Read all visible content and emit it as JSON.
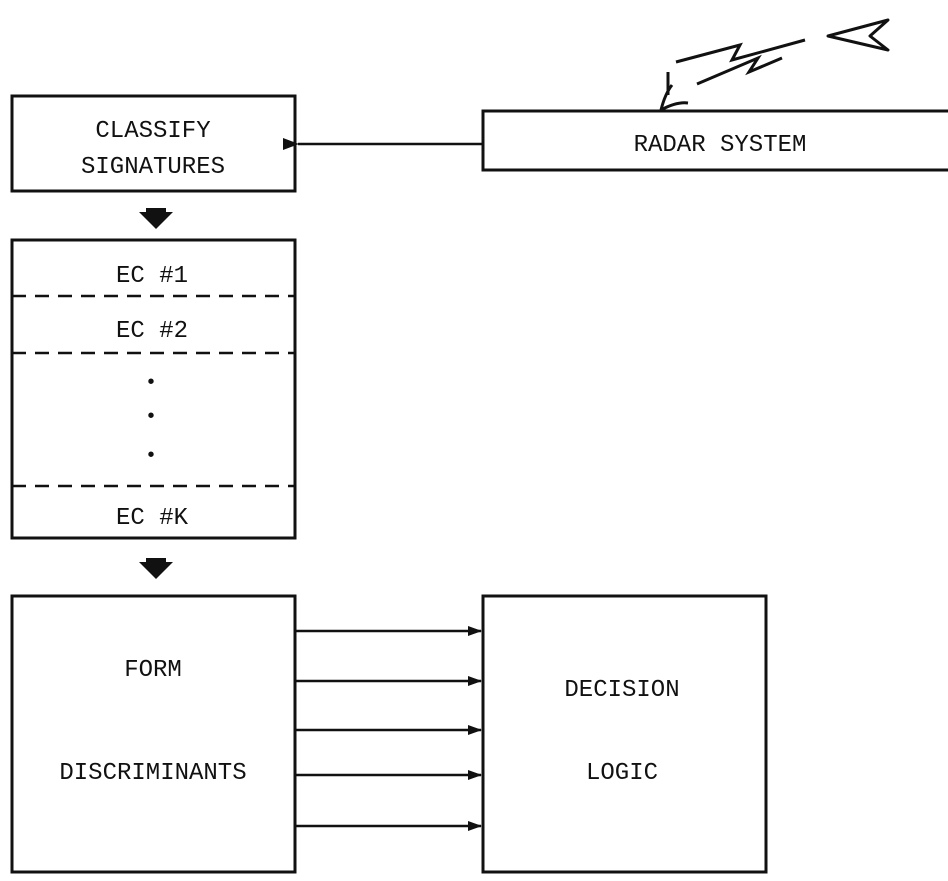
{
  "diagram": {
    "ink_color": "#111111",
    "background_color": "#ffffff",
    "classify_box": {
      "line1": "CLASSIFY",
      "line2": "SIGNATURES"
    },
    "radar_box": {
      "label": "RADAR SYSTEM"
    },
    "ec_list": {
      "items": [
        "EC #1",
        "EC #2",
        "EC #K"
      ],
      "ellipsis": [
        "•",
        "•",
        "•"
      ]
    },
    "discriminants_box": {
      "line1": "FORM",
      "line2": "DISCRIMINANTS"
    },
    "decision_box": {
      "line1": "DECISION",
      "line2": "LOGIC"
    },
    "icons": {
      "antenna": "radar-antenna-icon",
      "signal": "lightning-signal-icon",
      "target": "aircraft-icon"
    }
  }
}
